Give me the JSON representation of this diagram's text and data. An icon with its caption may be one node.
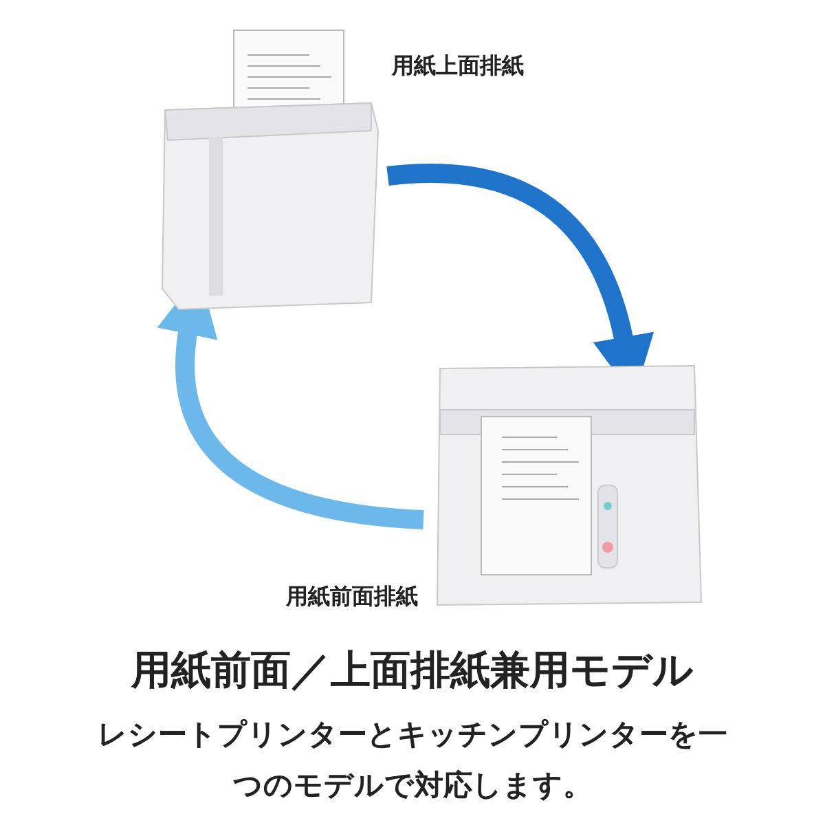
{
  "diagram": {
    "title": "用紙前面／上面排紙兼用モデル",
    "caption": "レシートプリンターとキッチンプリンターを一つのモデルで対応します。",
    "nodes": [
      {
        "text": [],
        "shape": "picture",
        "beside": [
          "用紙上面排紙"
        ]
      },
      {
        "text": [],
        "shape": "picture",
        "beside": [
          "用紙前面排紙"
        ]
      }
    ],
    "edges": [
      {
        "from": 0,
        "to": 1,
        "arrow": "to",
        "color": "#1f74c9"
      },
      {
        "from": 1,
        "to": 0,
        "arrow": "to",
        "color": "#6db8ea"
      }
    ]
  }
}
